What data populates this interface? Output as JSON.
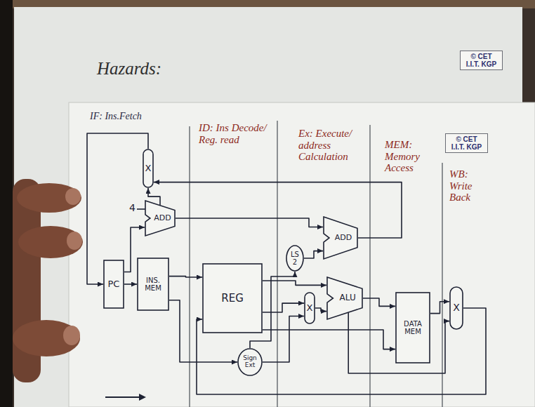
{
  "diagram": {
    "nodes": [
      {
        "text": [
          "X"
        ]
      },
      {
        "text": [
          "ADD"
        ]
      },
      {
        "text": [
          "PC"
        ]
      },
      {
        "text": [
          "INS. MEM"
        ]
      },
      {
        "text": [
          "REG"
        ]
      },
      {
        "text": [
          "Sign Ext"
        ]
      },
      {
        "text": [
          "LS 2"
        ]
      },
      {
        "text": [
          "ADD"
        ]
      },
      {
        "text": [
          "X"
        ]
      },
      {
        "text": [
          "ALU"
        ]
      },
      {
        "text": [
          "DATA MEM"
        ]
      },
      {
        "text": [
          "X"
        ]
      }
    ],
    "edges": [
      {
        "from": 2,
        "to": 3,
        "arrow": "to"
      },
      {
        "from": 2,
        "to": 1,
        "arrow": "to"
      },
      {
        "from": 1,
        "to": 0,
        "arrow": "to"
      },
      {
        "from": 1,
        "to": 7,
        "arrow": "to"
      },
      {
        "from": 7,
        "to": 0,
        "arrow": "to"
      },
      {
        "from": 0,
        "to": 2,
        "arrow": "to"
      },
      {
        "from": 3,
        "to": 4,
        "arrow": "to"
      },
      {
        "from": 3,
        "to": 5,
        "arrow": "to"
      },
      {
        "from": 4,
        "to": 9,
        "arrow": "to"
      },
      {
        "from": 4,
        "to": 8,
        "arrow": "to"
      },
      {
        "from": 5,
        "to": 8,
        "arrow": "to"
      },
      {
        "from": 5,
        "to": 6,
        "arrow": "to"
      },
      {
        "from": 6,
        "to": 7,
        "arrow": "to"
      },
      {
        "from": 8,
        "to": 9,
        "arrow": "to"
      },
      {
        "from": 9,
        "to": 10,
        "arrow": "to"
      },
      {
        "from": 4,
        "to": 10,
        "arrow": "to"
      },
      {
        "from": 10,
        "to": 11,
        "arrow": "to"
      },
      {
        "from": 9,
        "to": 11,
        "arrow": "to"
      },
      {
        "from": 11,
        "to": 4,
        "arrow": "to"
      }
    ],
    "labels": [
      "Hazards:",
      "© CET I.I.T. KGP",
      "© CET I.I.T. KGP",
      "IF: Ins.Fetch",
      "ID: Ins Decode/ Reg. read",
      "Ex: Execute/ address Calculation",
      "MEM: Memory Access",
      "WB: Write Back",
      "4"
    ]
  }
}
